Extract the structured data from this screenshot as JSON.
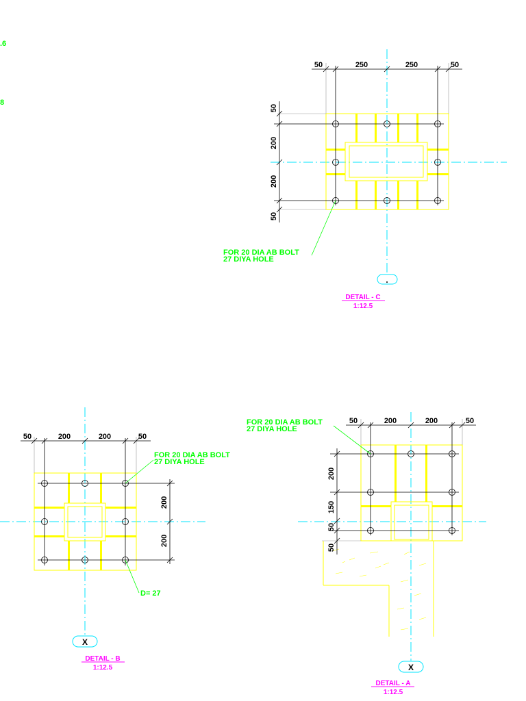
{
  "margin_labels": {
    "left_top": ".6",
    "left_mid": "8"
  },
  "colors": {
    "plate": "#ffff00",
    "note": "#00ff00",
    "title": "#ff00ff",
    "centerline": "#00e5ff"
  },
  "detail_c": {
    "title": "DETAIL -  C",
    "scale": "1:12.5",
    "top_dims": [
      "50",
      "250",
      "250",
      "50"
    ],
    "side_dims": [
      "50",
      "200",
      "200",
      "50"
    ],
    "note_line1": "FOR 20 DIA AB BOLT",
    "note_line2": "27 DIYA HOLE",
    "bubble": "."
  },
  "detail_b": {
    "title": "DETAIL -  B",
    "scale": "1:12.5",
    "top_dims": [
      "50",
      "200",
      "200",
      "50"
    ],
    "side_dims": [
      "200",
      "200"
    ],
    "note_line1": "FOR 20 DIA AB BOLT",
    "note_line2": "27 DIYA HOLE",
    "hole_note": "D= 27",
    "bubble": "X"
  },
  "detail_a": {
    "title": "DETAIL -  A",
    "scale": "1:12.5",
    "top_dims": [
      "50",
      "200",
      "200",
      "50"
    ],
    "side_dims": [
      "200",
      "150",
      "50",
      "50"
    ],
    "note_line1": "FOR 20 DIA AB BOLT",
    "note_line2": "27 DIYA HOLE",
    "bubble": "X"
  }
}
